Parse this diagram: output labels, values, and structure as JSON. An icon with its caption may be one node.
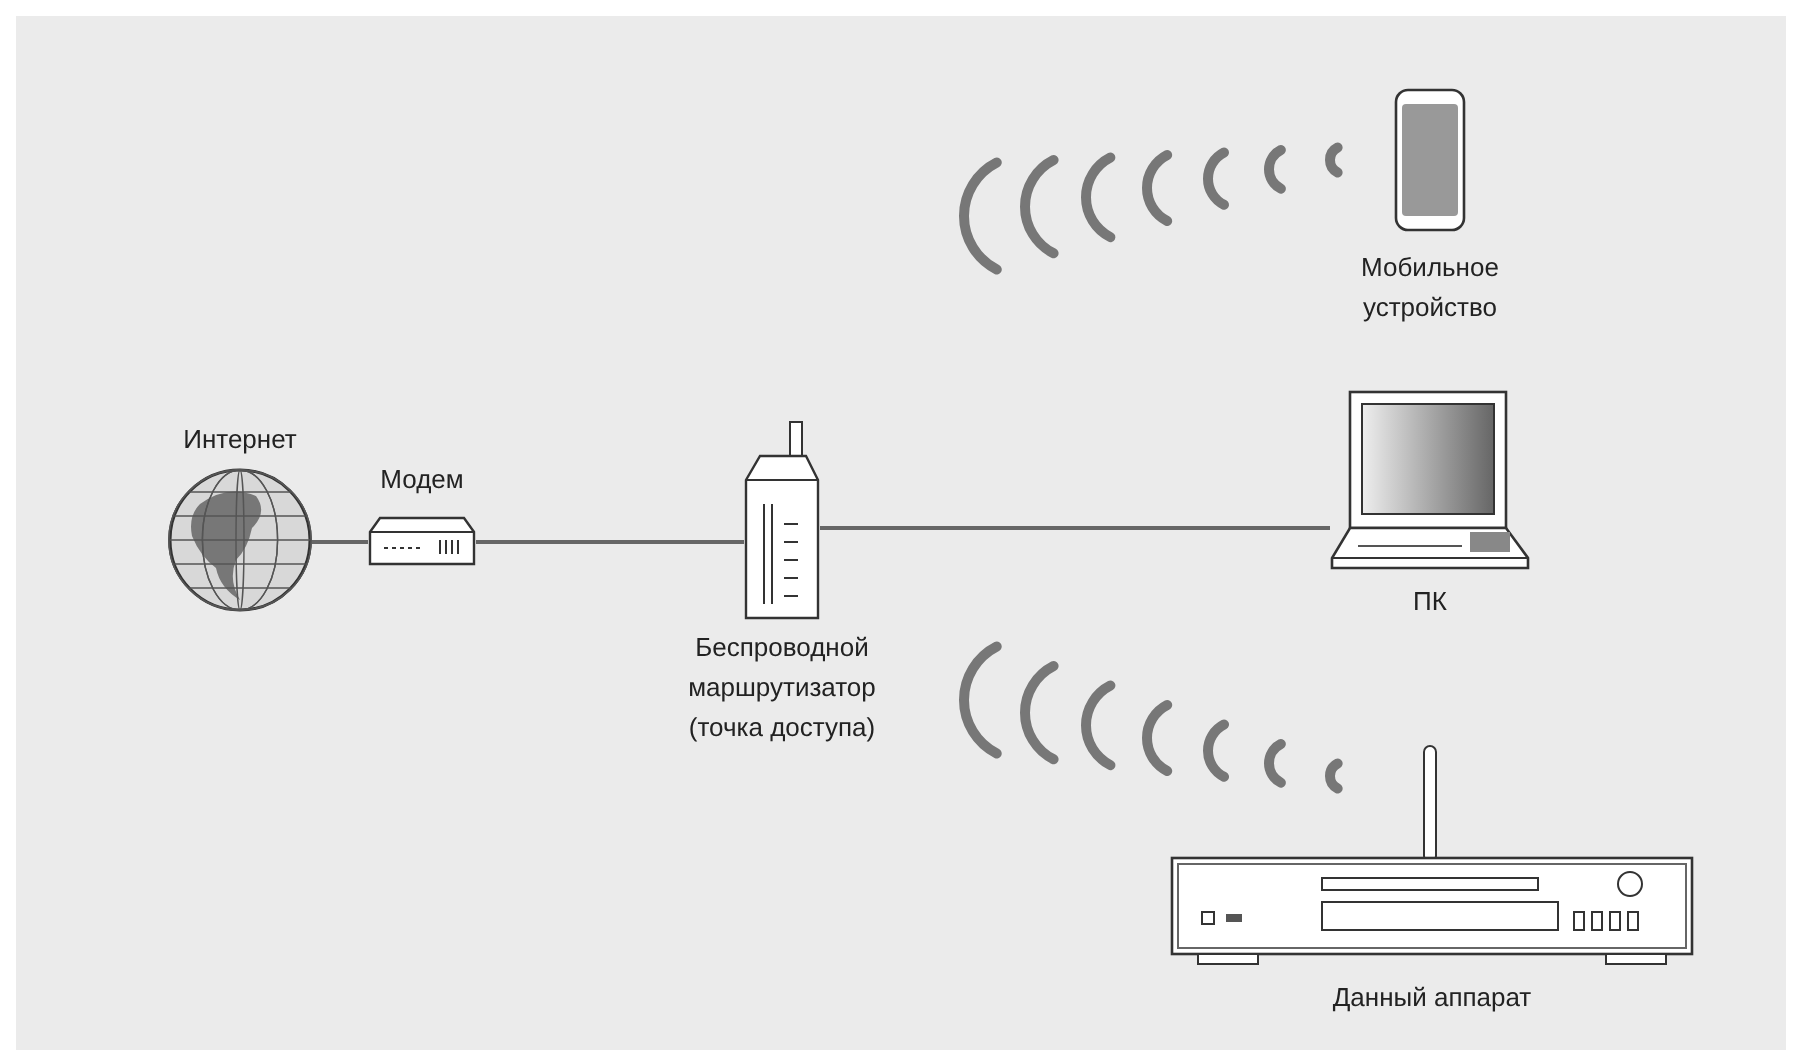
{
  "diagram": {
    "nodes": [
      {
        "text": [
          "Интернет"
        ]
      },
      {
        "text": [
          "Модем"
        ]
      },
      {
        "text": [
          "Беспроводной маршрутизатор (точка доступа)"
        ]
      },
      {
        "text": [
          "Мобильное устройство"
        ]
      },
      {
        "text": [
          "ПК"
        ]
      },
      {
        "text": [
          "Данный аппарат"
        ]
      }
    ],
    "edges": [
      {
        "from": 0,
        "to": 1,
        "arrow": "none"
      },
      {
        "from": 1,
        "to": 2,
        "arrow": "none"
      },
      {
        "from": 2,
        "to": 4,
        "arrow": "none"
      }
    ]
  }
}
